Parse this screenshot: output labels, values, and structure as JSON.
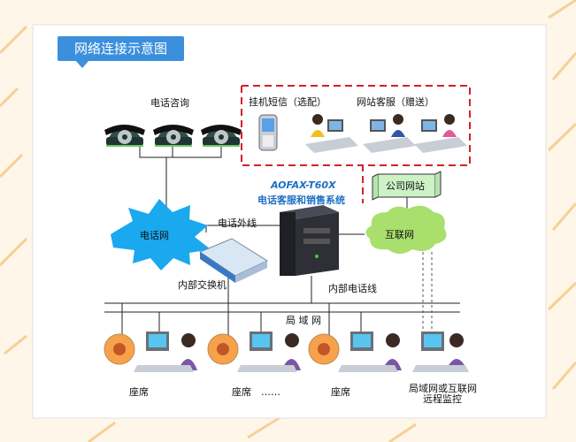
{
  "header": {
    "title": "网络连接示意图"
  },
  "labels": {
    "phone_consult": "电话咨询",
    "sms": "挂机短信（选配）",
    "web_service": "网站客服（赠送）",
    "company_site": "公司网站",
    "product_model": "AOFAX-T60X",
    "product_name": "电话客服和销售系统",
    "telecom_network": "电话网",
    "outside_line": "电话外线",
    "internet": "互联网",
    "pbx": "内部交换机",
    "internal_line": "内部电话线",
    "lan": "局 域 网",
    "seat_1": "座席",
    "seat_2": "座席",
    "ellipsis": "……",
    "seat_3": "座席",
    "remote_line1": "局域网或互联网",
    "remote_line2": "远程监控"
  },
  "colors": {
    "accent_blue": "#3b8fdc",
    "dashed_frame": "#d4202b",
    "cloud_green": "#a9df6d",
    "burst_blue": "#1aa8ef",
    "server_dark": "#2f2f38",
    "background": "#fdf6e9"
  }
}
